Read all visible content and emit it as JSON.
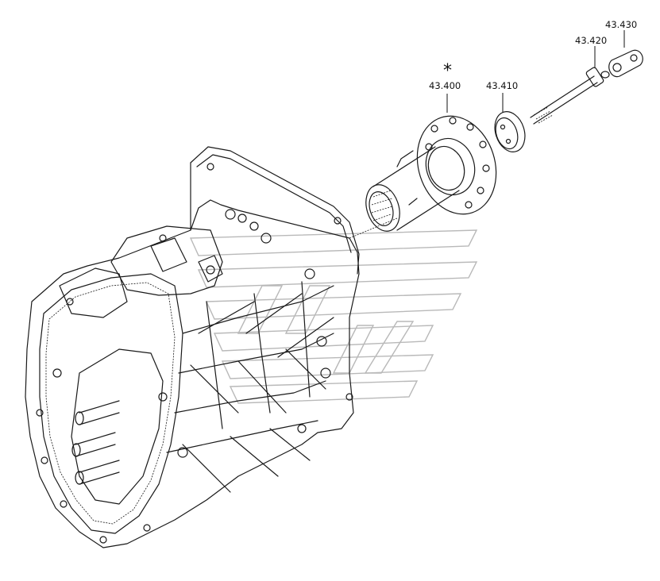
{
  "labels": {
    "part_400": "43.400",
    "part_410": "43.410",
    "part_420": "43.420",
    "part_430": "43.430",
    "asterisk": "*"
  }
}
